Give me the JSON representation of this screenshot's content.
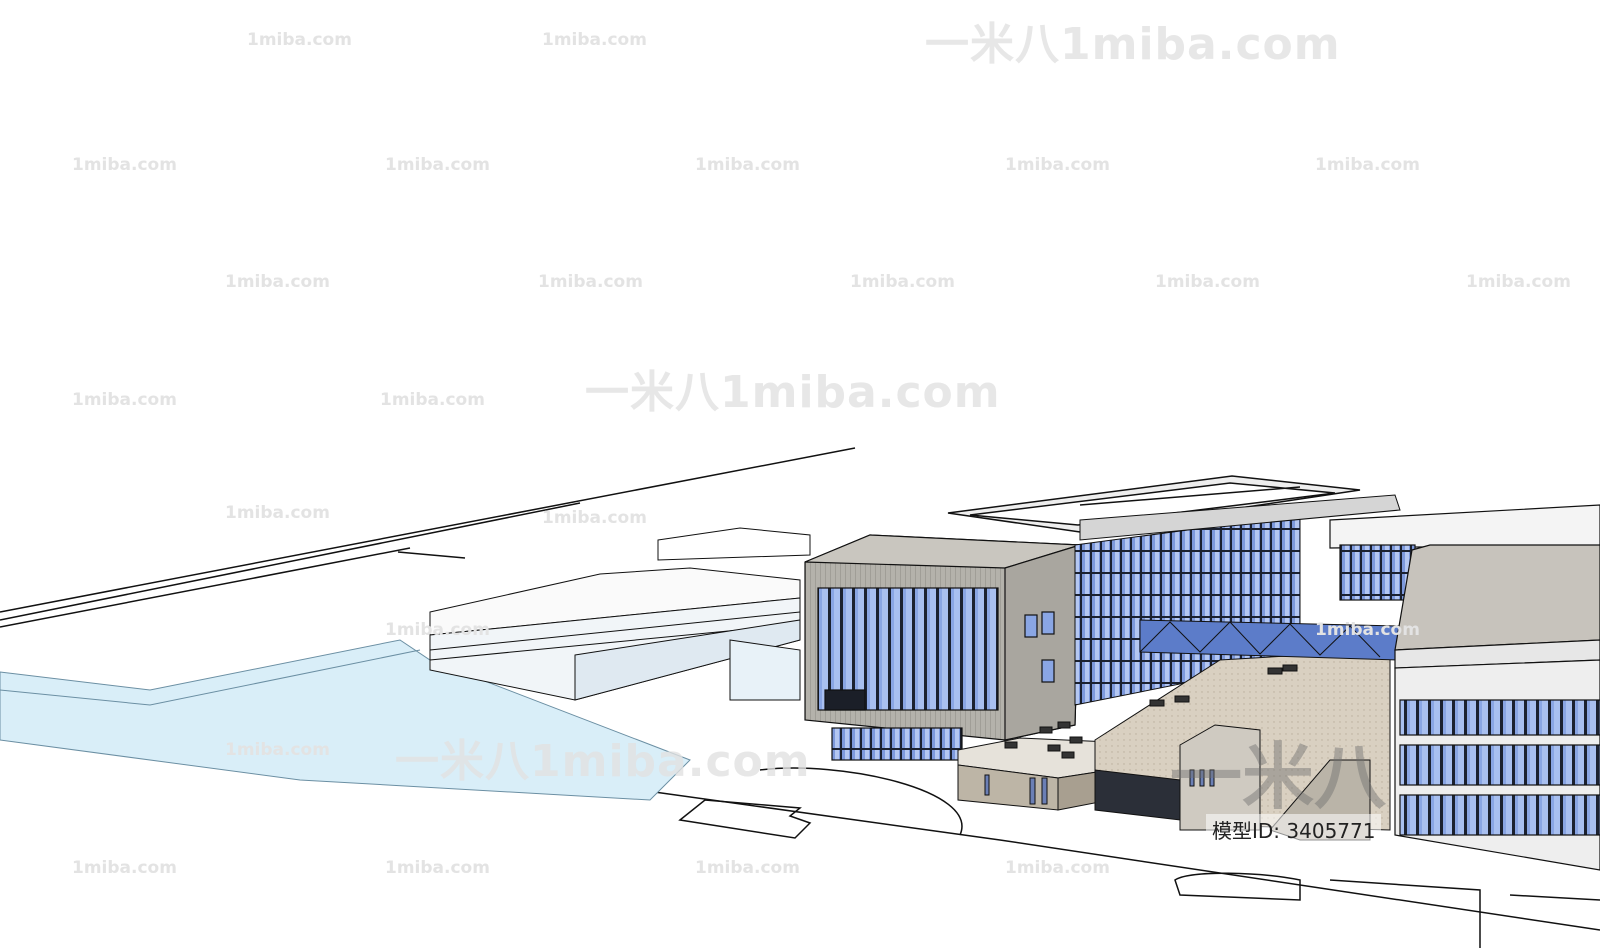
{
  "watermark": {
    "small_text": "1miba.com",
    "large_text": "一米八1miba.com",
    "logo_text": "一米八"
  },
  "model_id": {
    "text": "模型ID: 3405771"
  },
  "colors": {
    "background": "#ffffff",
    "glass": "#8fa9e6",
    "concrete": "#b9b6ae",
    "plaza": "#d8cfc0",
    "water": "#d7ecf6",
    "line": "#111111"
  }
}
